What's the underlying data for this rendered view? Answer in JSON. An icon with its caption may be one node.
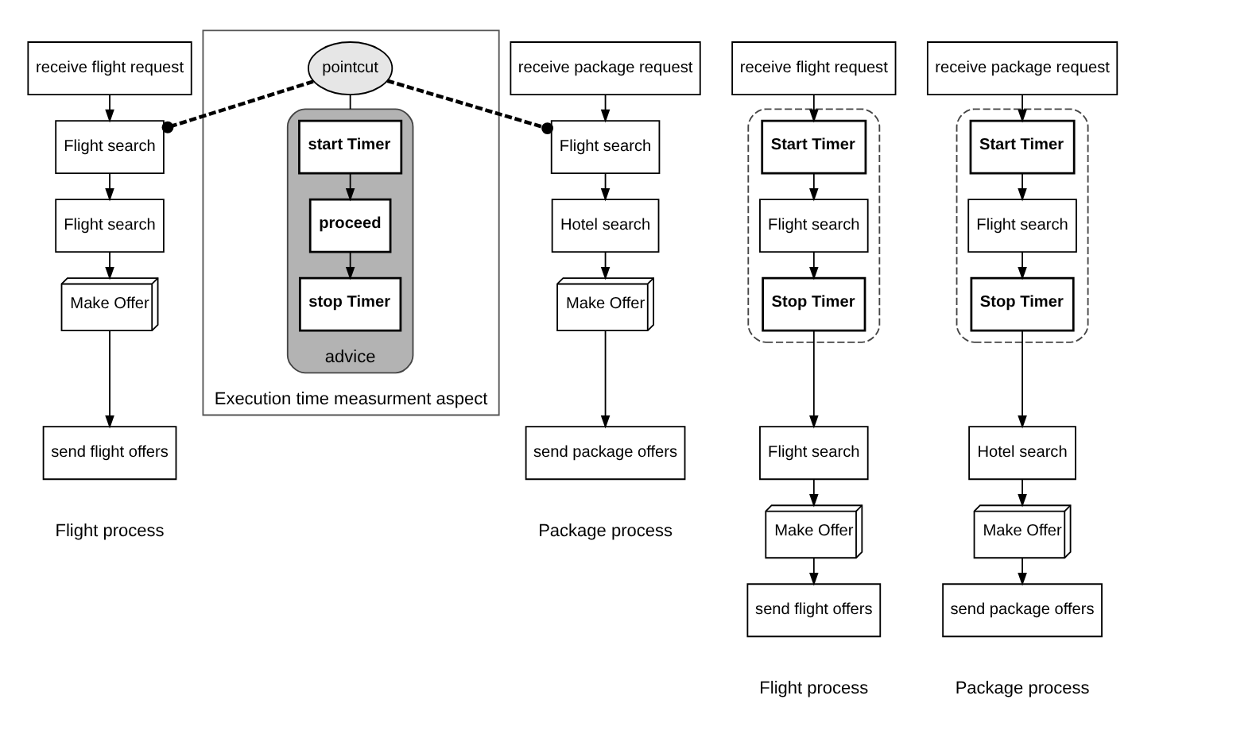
{
  "diagram": {
    "nodes": [
      {
        "text": [
          "receive flight request"
        ]
      },
      {
        "text": [
          "Flight search"
        ]
      },
      {
        "text": [
          "Flight search"
        ]
      },
      {
        "text": [
          "Make Offer"
        ]
      },
      {
        "text": [
          "send flight offers"
        ]
      },
      {
        "text": [
          "receive package request"
        ]
      },
      {
        "text": [
          "Flight search"
        ]
      },
      {
        "text": [
          "Hotel search"
        ]
      },
      {
        "text": [
          "Make Offer"
        ]
      },
      {
        "text": [
          "send package offers"
        ]
      },
      {
        "text": [
          "Execution time measurment aspect"
        ]
      },
      {
        "text": [
          "pointcut"
        ],
        "in": 10
      },
      {
        "text": [
          "advice"
        ],
        "in": 10
      },
      {
        "text": [
          "start Timer"
        ],
        "in": 12
      },
      {
        "text": [
          "proceed"
        ],
        "in": 12
      },
      {
        "text": [
          "stop Timer"
        ],
        "in": 12
      },
      {
        "text": [
          "receive flight request"
        ]
      },
      {
        "text": [],
        "shape": "box"
      },
      {
        "text": [
          "Start Timer"
        ],
        "in": 17
      },
      {
        "text": [
          "Flight search"
        ],
        "in": 17
      },
      {
        "text": [
          "Stop Timer"
        ],
        "in": 17
      },
      {
        "text": [
          "Flight search"
        ]
      },
      {
        "text": [
          "Make Offer"
        ]
      },
      {
        "text": [
          "send flight offers"
        ]
      },
      {
        "text": [
          "receive package request"
        ]
      },
      {
        "text": [],
        "shape": "box"
      },
      {
        "text": [
          "Start Timer"
        ],
        "in": 25
      },
      {
        "text": [
          "Flight search"
        ],
        "in": 25
      },
      {
        "text": [
          "Stop Timer"
        ],
        "in": 25
      },
      {
        "text": [
          "Hotel search"
        ]
      },
      {
        "text": [
          "Make Offer"
        ]
      },
      {
        "text": [
          "send package offers"
        ]
      }
    ],
    "edges": [
      {
        "from": 0,
        "to": 1,
        "arrow": "to"
      },
      {
        "from": 1,
        "to": 2,
        "arrow": "to"
      },
      {
        "from": 2,
        "to": 3,
        "arrow": "to"
      },
      {
        "from": 3,
        "to": 4,
        "arrow": "to"
      },
      {
        "from": 5,
        "to": 6,
        "arrow": "to"
      },
      {
        "from": 6,
        "to": 7,
        "arrow": "to"
      },
      {
        "from": 7,
        "to": 8,
        "arrow": "to"
      },
      {
        "from": 8,
        "to": 9,
        "arrow": "to"
      },
      {
        "from": 11,
        "to": 1,
        "arrow": "other",
        "style": "dashed"
      },
      {
        "from": 11,
        "to": 6,
        "arrow": "other",
        "style": "dashed"
      },
      {
        "from": 11,
        "to": 12,
        "arrow": "none"
      },
      {
        "from": 13,
        "to": 14,
        "arrow": "to"
      },
      {
        "from": 14,
        "to": 15,
        "arrow": "to"
      },
      {
        "from": 16,
        "to": 18,
        "arrow": "to"
      },
      {
        "from": 18,
        "to": 19,
        "arrow": "to"
      },
      {
        "from": 19,
        "to": 20,
        "arrow": "to"
      },
      {
        "from": 20,
        "to": 21,
        "arrow": "to"
      },
      {
        "from": 21,
        "to": 22,
        "arrow": "to"
      },
      {
        "from": 22,
        "to": 23,
        "arrow": "to"
      },
      {
        "from": 24,
        "to": 26,
        "arrow": "to"
      },
      {
        "from": 26,
        "to": 27,
        "arrow": "to"
      },
      {
        "from": 27,
        "to": 28,
        "arrow": "to"
      },
      {
        "from": 28,
        "to": 29,
        "arrow": "to"
      },
      {
        "from": 29,
        "to": 30,
        "arrow": "to"
      },
      {
        "from": 30,
        "to": 31,
        "arrow": "to"
      }
    ],
    "labels": [
      "Flight process",
      "Package process",
      "Flight process",
      "Package process"
    ]
  }
}
